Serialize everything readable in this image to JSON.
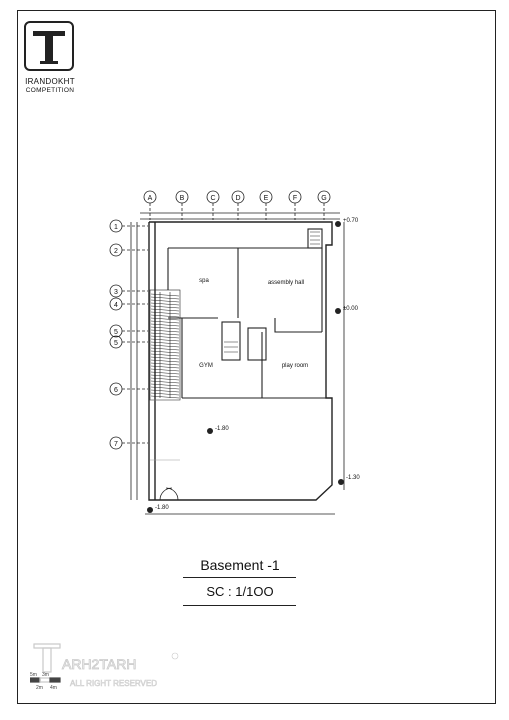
{
  "brand": {
    "name": "IRANDOKHT",
    "subtitle": "COMPETITION"
  },
  "drawing": {
    "title": "Basement -1",
    "scale": "SC : 1/1OO"
  },
  "grid": {
    "columns": [
      "A",
      "B",
      "C",
      "D",
      "E",
      "F",
      "G"
    ],
    "rows": [
      "1",
      "2",
      "3",
      "4",
      "5",
      "5",
      "6",
      "7"
    ]
  },
  "rooms": {
    "spa": "spa",
    "assembly": "assembly hall",
    "gym": "GYM",
    "play": "play room"
  },
  "levels": {
    "l1": "+0.70",
    "l2": "±0.00",
    "l3": "-1.80",
    "l4": "-1.30",
    "l5": "-1.80"
  },
  "watermark": {
    "text": "ARH2TARH",
    "sub": "ALL RIGHT RESERVED",
    "scale_labels": [
      "5m",
      "3m",
      "2m",
      "4m"
    ]
  },
  "colors": {
    "line": "#222222",
    "faint": "#9a9a9a"
  }
}
